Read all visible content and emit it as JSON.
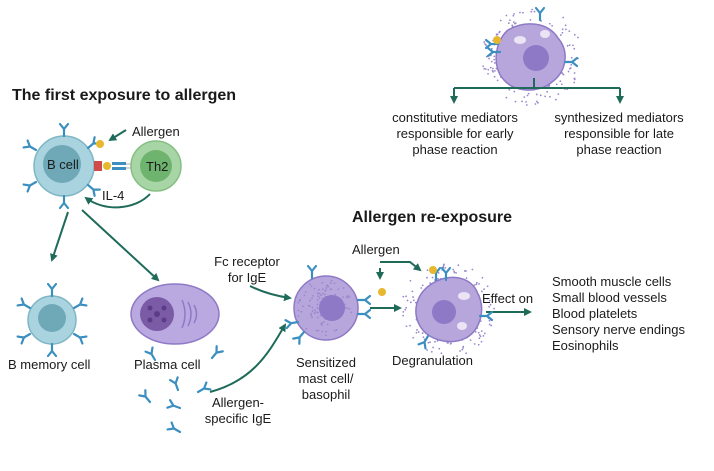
{
  "headings": {
    "first_exposure": "The first exposure to allergen",
    "re_exposure": "Allergen re-exposure"
  },
  "labels": {
    "allergen_top": "Allergen",
    "b_cell": "B cell",
    "th2": "Th2",
    "il4": "IL-4",
    "b_memory_cell": "B memory cell",
    "plasma_cell": "Plasma cell",
    "fc_receptor_line1": "Fc receptor",
    "fc_receptor_line2": "for IgE",
    "allergen_specific_line1": "Allergen-",
    "allergen_specific_line2": "specific IgE",
    "sensitized_line1": "Sensitized",
    "sensitized_line2": "mast cell/",
    "sensitized_line3": "basophil",
    "allergen_reexposure": "Allergen",
    "degranulation": "Degranulation",
    "effect_on": "Effect on"
  },
  "mediators": {
    "constitutive": [
      "constitutive mediators",
      "responsible for early",
      "phase reaction"
    ],
    "synthesized": [
      "synthesized mediators",
      "responsible for late",
      "phase reaction"
    ]
  },
  "effects": [
    "Smooth muscle cells",
    "Small blood vessels",
    "Blood platelets",
    "Sensory nerve endings",
    "Eosinophils"
  ],
  "colors": {
    "arrow": "#1f6b5a",
    "bcell_outer": "#a9d4df",
    "bcell_inner": "#6fa9b8",
    "th2_outer": "#a8d5a6",
    "th2_inner": "#6fb46e",
    "mast_outer": "#b7a6dc",
    "mast_inner": "#8e79c6",
    "plasma_outer": "#b9a9e0",
    "plasma_nucleus": "#7b5aa6",
    "antibody": "#3b8fc0",
    "allergen": "#e7b72e",
    "receptor_red": "#d04a4a"
  }
}
